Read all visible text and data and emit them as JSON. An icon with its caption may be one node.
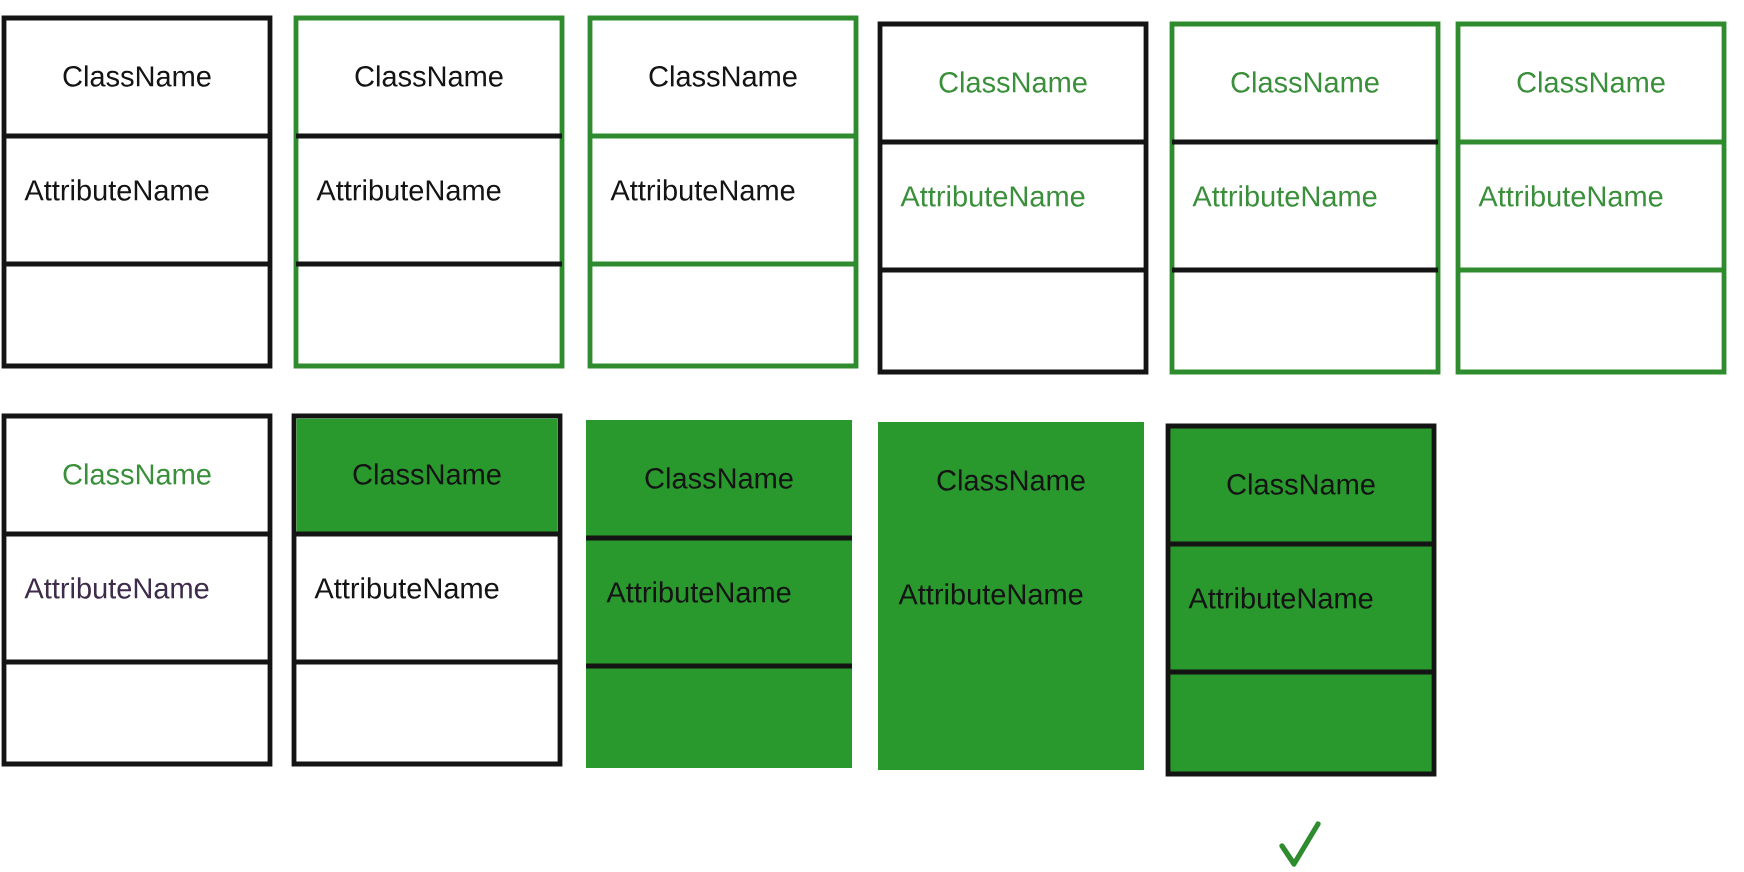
{
  "diagram": {
    "nodes": [
      {
        "text": [
          "ClassName",
          "AttributeName"
        ]
      },
      {
        "text": [
          "ClassName",
          "AttributeName"
        ]
      },
      {
        "text": [
          "ClassName",
          "AttributeName"
        ]
      },
      {
        "text": [
          "ClassName",
          "AttributeName"
        ]
      },
      {
        "text": [
          "ClassName",
          "AttributeName"
        ]
      },
      {
        "text": [
          "ClassName",
          "AttributeName"
        ]
      },
      {
        "text": [
          "ClassName",
          "AttributeName"
        ]
      },
      {
        "text": [
          "ClassName",
          "AttributeName"
        ]
      },
      {
        "text": [
          "ClassName",
          "AttributeName"
        ]
      },
      {
        "text": [
          "ClassName",
          "AttributeName"
        ]
      },
      {
        "text": [
          "ClassName",
          "AttributeName"
        ]
      }
    ]
  }
}
